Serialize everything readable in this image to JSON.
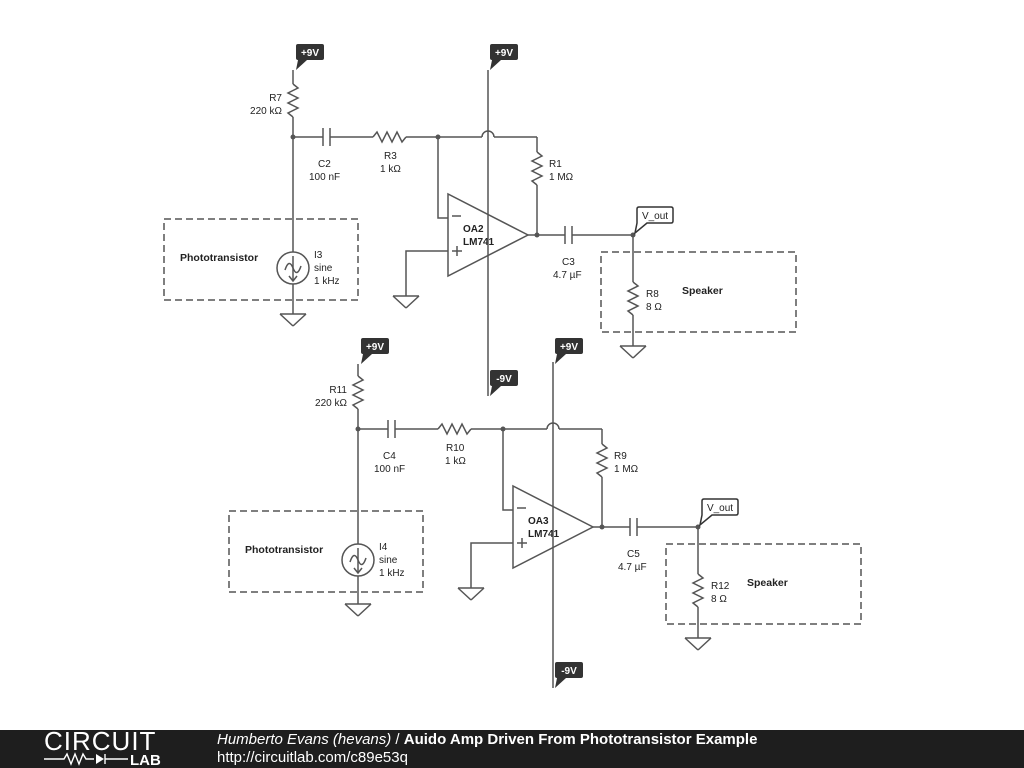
{
  "footer": {
    "logo_top": "CIRCUIT",
    "logo_bottom": "LAB",
    "author": "Humberto Evans (hevans)",
    "separator": "/",
    "title": "Auido Amp Driven From Phototransistor Example",
    "url": "http://circuitlab.com/c89e53q"
  },
  "circuit_top": {
    "r7": {
      "name": "R7",
      "value": "220 kΩ"
    },
    "c2": {
      "name": "C2",
      "value": "100 nF"
    },
    "r3": {
      "name": "R3",
      "value": "1 kΩ"
    },
    "r1": {
      "name": "R1",
      "value": "1 MΩ"
    },
    "opamp": {
      "name": "OA2",
      "model": "LM741"
    },
    "c3": {
      "name": "C3",
      "value": "4.7 µF"
    },
    "r8": {
      "name": "R8",
      "value": "8 Ω"
    },
    "source": {
      "name": "I3",
      "wave": "sine",
      "freq": "1 kHz"
    },
    "pos_supply_resistor": "+9V",
    "pos_supply_opamp": "+9V",
    "neg_supply": "-9V",
    "output": "V_out",
    "sensor_box": "Phototransistor",
    "speaker_box": "Speaker"
  },
  "circuit_bottom": {
    "r11": {
      "name": "R11",
      "value": "220 kΩ"
    },
    "c4": {
      "name": "C4",
      "value": "100 nF"
    },
    "r10": {
      "name": "R10",
      "value": "1 kΩ"
    },
    "r9": {
      "name": "R9",
      "value": "1 MΩ"
    },
    "opamp": {
      "name": "OA3",
      "model": "LM741"
    },
    "c5": {
      "name": "C5",
      "value": "4.7 µF"
    },
    "r12": {
      "name": "R12",
      "value": "8 Ω"
    },
    "source": {
      "name": "I4",
      "wave": "sine",
      "freq": "1 kHz"
    },
    "pos_supply_resistor": "+9V",
    "pos_supply_opamp": "+9V",
    "neg_supply": "-9V",
    "output": "V_out",
    "sensor_box": "Phototransistor",
    "speaker_box": "Speaker"
  },
  "colors": {
    "wire": "#555555",
    "tag": "#333333",
    "footer": "#1e1e1e"
  }
}
